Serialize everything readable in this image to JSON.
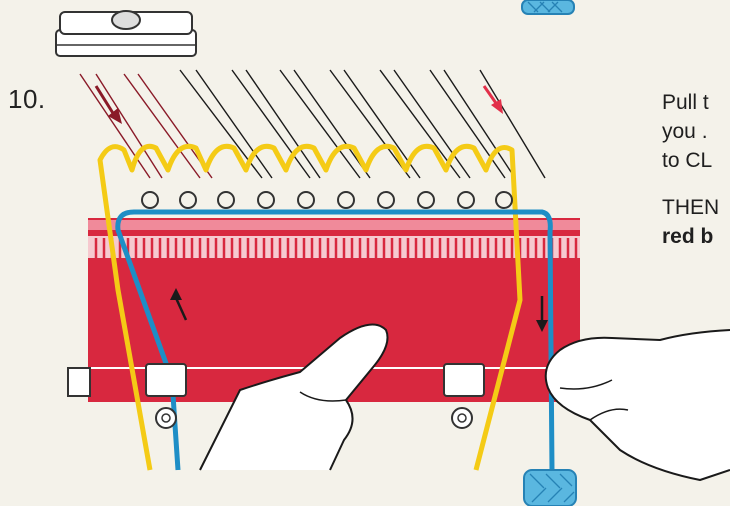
{
  "step": {
    "number": "10."
  },
  "instructions": {
    "line1": "Pull t",
    "line2": "you .",
    "line3": "to CL",
    "line4": "THEN",
    "line5": "red b"
  },
  "colors": {
    "carriage_red": "#d8283f",
    "yarn_yellow": "#f4cb16",
    "yarn_blue": "#1e8ec6",
    "yarn_dark_red": "#8a1a28",
    "arrow_pink": "#e2304a",
    "paper": "#f4f2ea"
  },
  "icons": [
    "tension-dial-icon",
    "yarn-ball-icon",
    "hand-icon",
    "arrow-icon",
    "needle-icon",
    "clip-icon"
  ]
}
